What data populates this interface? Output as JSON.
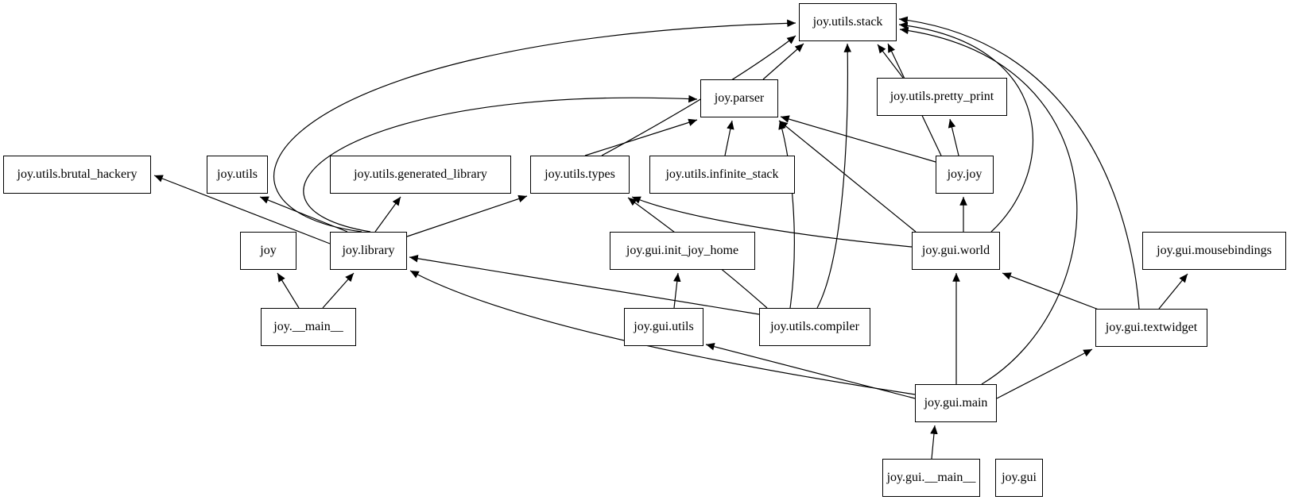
{
  "diagram": {
    "kind": "module-dependency-graph",
    "package": "joy",
    "colors": {
      "node_border": "#000000",
      "node_fill": "#ffffff",
      "edge": "#000000",
      "background": "#ffffff"
    },
    "nodes": [
      {
        "id": "joy.utils.stack",
        "label": "joy.utils.stack"
      },
      {
        "id": "joy.parser",
        "label": "joy.parser"
      },
      {
        "id": "joy.utils.pretty_print",
        "label": "joy.utils.pretty_print"
      },
      {
        "id": "joy.utils.brutal_hackery",
        "label": "joy.utils.brutal_hackery"
      },
      {
        "id": "joy.utils",
        "label": "joy.utils"
      },
      {
        "id": "joy.utils.generated_library",
        "label": "joy.utils.generated_library"
      },
      {
        "id": "joy.utils.types",
        "label": "joy.utils.types"
      },
      {
        "id": "joy.utils.infinite_stack",
        "label": "joy.utils.infinite_stack"
      },
      {
        "id": "joy.joy",
        "label": "joy.joy"
      },
      {
        "id": "joy",
        "label": "joy"
      },
      {
        "id": "joy.library",
        "label": "joy.library"
      },
      {
        "id": "joy.gui.init_joy_home",
        "label": "joy.gui.init_joy_home"
      },
      {
        "id": "joy.gui.world",
        "label": "joy.gui.world"
      },
      {
        "id": "joy.gui.mousebindings",
        "label": "joy.gui.mousebindings"
      },
      {
        "id": "joy.__main__",
        "label": "joy.__main__"
      },
      {
        "id": "joy.gui.utils",
        "label": "joy.gui.utils"
      },
      {
        "id": "joy.utils.compiler",
        "label": "joy.utils.compiler"
      },
      {
        "id": "joy.gui.textwidget",
        "label": "joy.gui.textwidget"
      },
      {
        "id": "joy.gui.main",
        "label": "joy.gui.main"
      },
      {
        "id": "joy.gui.__main__",
        "label": "joy.gui.__main__"
      },
      {
        "id": "joy.gui",
        "label": "joy.gui"
      }
    ],
    "edges": [
      {
        "from": "joy.__main__",
        "to": "joy"
      },
      {
        "from": "joy.__main__",
        "to": "joy.library"
      },
      {
        "from": "joy.library",
        "to": "joy.utils.brutal_hackery"
      },
      {
        "from": "joy.library",
        "to": "joy.utils"
      },
      {
        "from": "joy.library",
        "to": "joy.utils.generated_library"
      },
      {
        "from": "joy.library",
        "to": "joy.utils.types"
      },
      {
        "from": "joy.library",
        "to": "joy.parser"
      },
      {
        "from": "joy.library",
        "to": "joy.utils.stack"
      },
      {
        "from": "joy.parser",
        "to": "joy.utils.stack"
      },
      {
        "from": "joy.utils.types",
        "to": "joy.parser"
      },
      {
        "from": "joy.utils.types",
        "to": "joy.utils.stack"
      },
      {
        "from": "joy.utils.infinite_stack",
        "to": "joy.parser"
      },
      {
        "from": "joy.utils.pretty_print",
        "to": "joy.utils.stack"
      },
      {
        "from": "joy.joy",
        "to": "joy.parser"
      },
      {
        "from": "joy.joy",
        "to": "joy.utils.stack"
      },
      {
        "from": "joy.joy",
        "to": "joy.utils.pretty_print"
      },
      {
        "from": "joy.gui.world",
        "to": "joy.joy"
      },
      {
        "from": "joy.gui.world",
        "to": "joy.parser"
      },
      {
        "from": "joy.gui.world",
        "to": "joy.utils.stack"
      },
      {
        "from": "joy.gui.world",
        "to": "joy.utils.types"
      },
      {
        "from": "joy.utils.compiler",
        "to": "joy.parser"
      },
      {
        "from": "joy.utils.compiler",
        "to": "joy.utils.stack"
      },
      {
        "from": "joy.utils.compiler",
        "to": "joy.library"
      },
      {
        "from": "joy.utils.compiler",
        "to": "joy.utils.types"
      },
      {
        "from": "joy.gui.utils",
        "to": "joy.gui.init_joy_home"
      },
      {
        "from": "joy.gui.main",
        "to": "joy.gui.world"
      },
      {
        "from": "joy.gui.main",
        "to": "joy.gui.textwidget"
      },
      {
        "from": "joy.gui.main",
        "to": "joy.gui.utils"
      },
      {
        "from": "joy.gui.main",
        "to": "joy.library"
      },
      {
        "from": "joy.gui.main",
        "to": "joy.utils.stack"
      },
      {
        "from": "joy.gui.textwidget",
        "to": "joy.gui.mousebindings"
      },
      {
        "from": "joy.gui.textwidget",
        "to": "joy.gui.world"
      },
      {
        "from": "joy.gui.textwidget",
        "to": "joy.utils.stack"
      },
      {
        "from": "joy.gui.__main__",
        "to": "joy.gui.main"
      }
    ]
  }
}
